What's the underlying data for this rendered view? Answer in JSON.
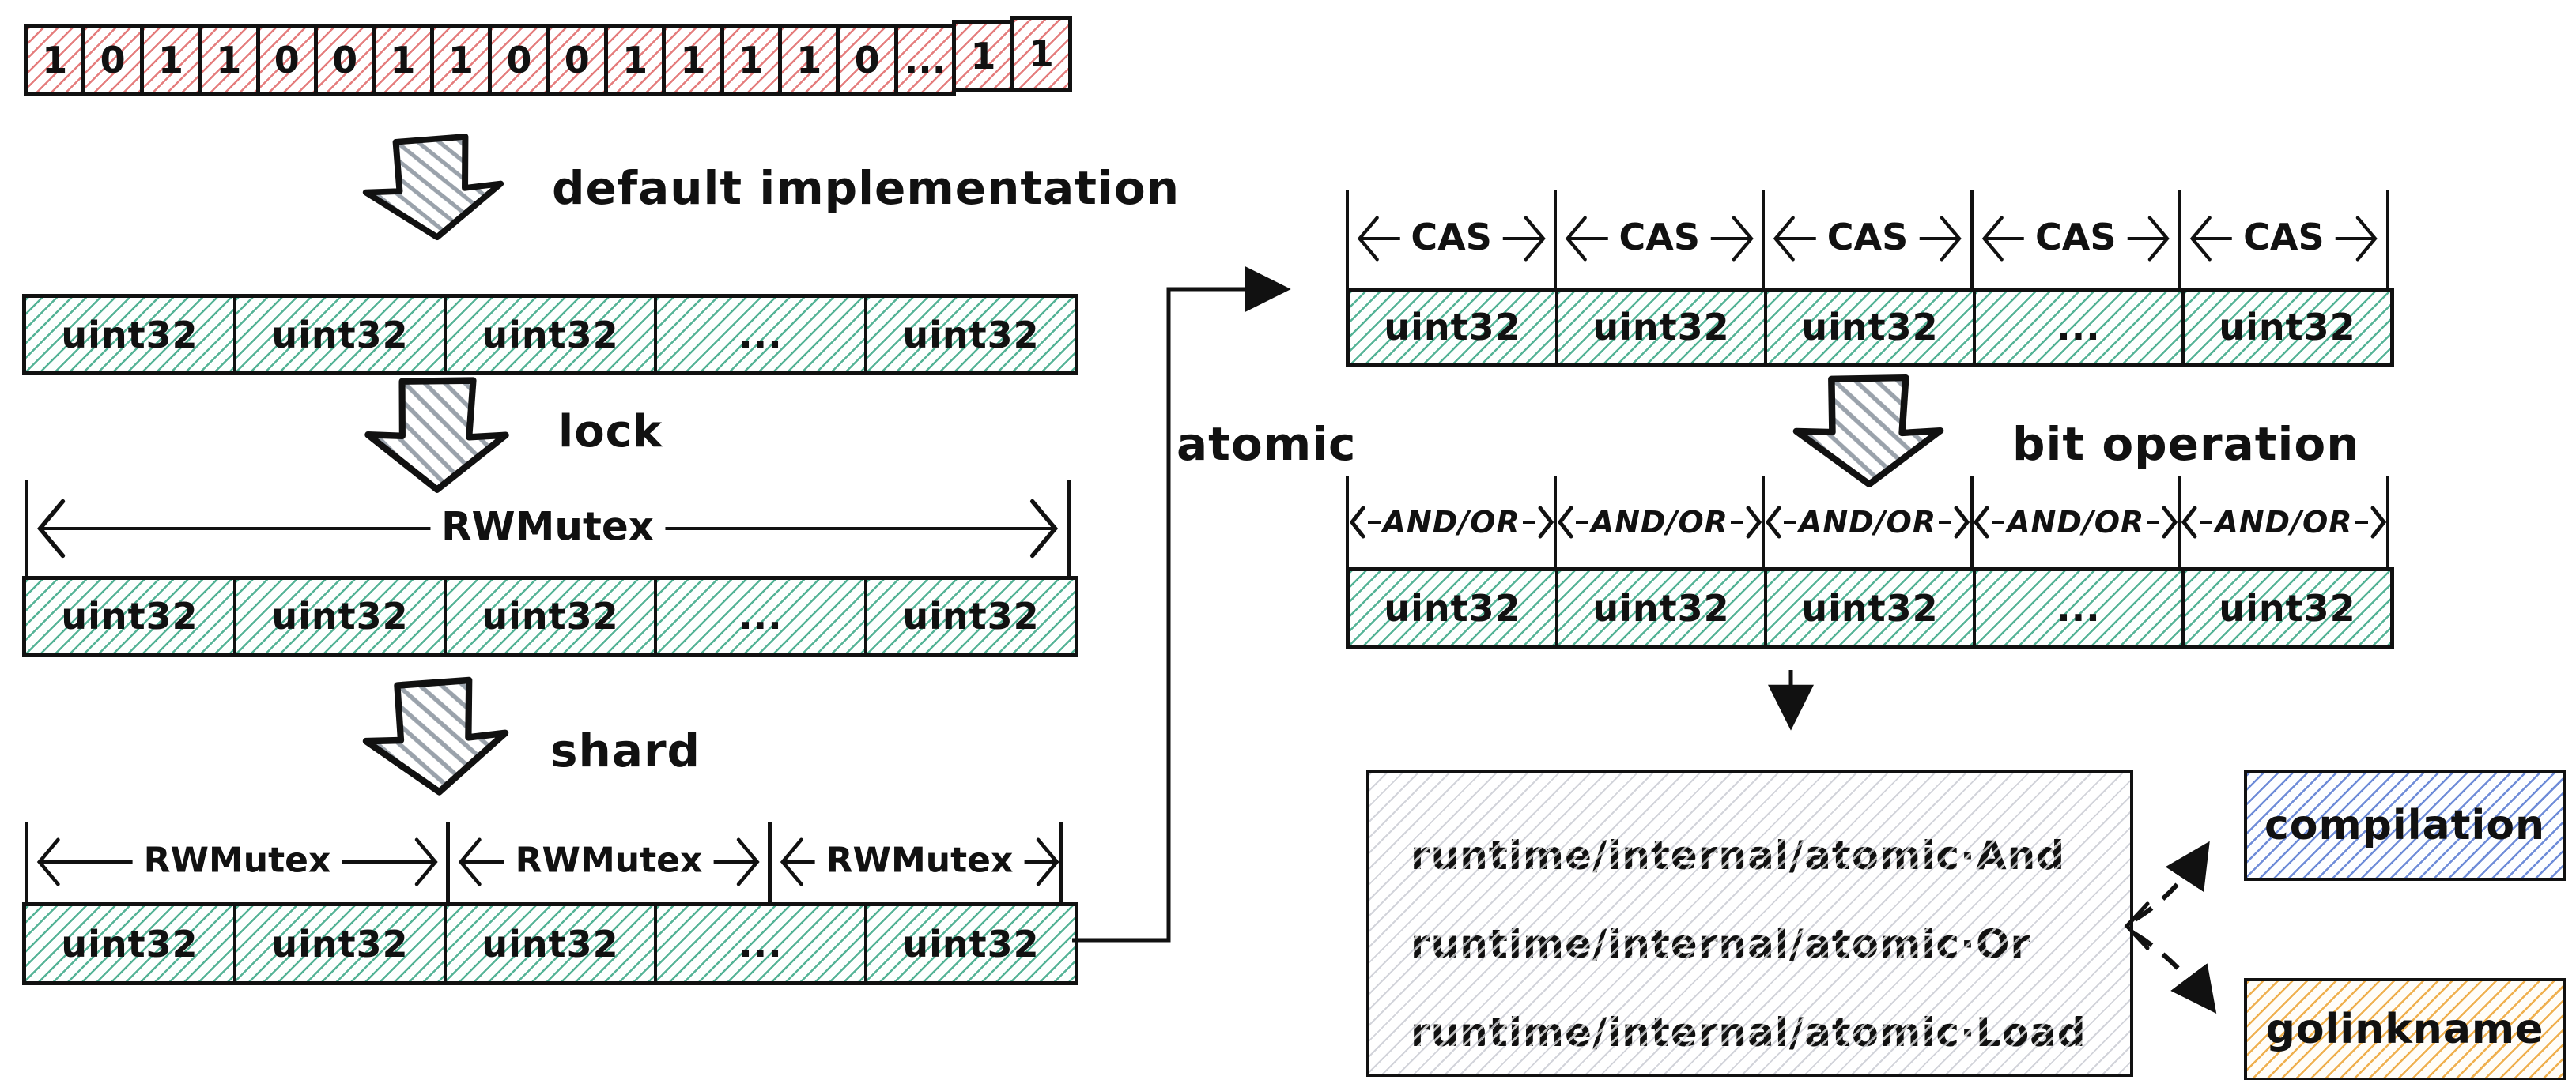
{
  "colors": {
    "ink": "#111111",
    "bit_hatch": "#e06666",
    "uint32_hatch": "#2aa07c",
    "block_arrow_hatch": "#9aa2ab",
    "runtime_hatch": "#b9bcc6",
    "compilation_hatch": "#5578d1",
    "golinkname_hatch": "#eda73c"
  },
  "bit_array": {
    "cells": [
      "1",
      "0",
      "1",
      "1",
      "0",
      "0",
      "1",
      "1",
      "0",
      "0",
      "1",
      "1",
      "1",
      "1",
      "0",
      "...",
      "1",
      "1"
    ]
  },
  "labels": {
    "default_implementation": "default implementation",
    "lock": "lock",
    "shard": "shard",
    "atomic": "atomic",
    "bit_operation": "bit operation"
  },
  "uint32_cells": [
    "uint32",
    "uint32",
    "uint32",
    "...",
    "uint32"
  ],
  "rwmutex_label": "RWMutex",
  "shard_sections": [
    "RWMutex",
    "RWMutex",
    "RWMutex"
  ],
  "cas_label": "CAS",
  "andor_label": "AND/OR",
  "runtime_box": {
    "lines": [
      "runtime/internal/atomic·And",
      "runtime/internal/atomic·Or",
      "runtime/internal/atomic·Load"
    ]
  },
  "outputs": {
    "compilation": "compilation",
    "golinkname": "golinkname"
  }
}
